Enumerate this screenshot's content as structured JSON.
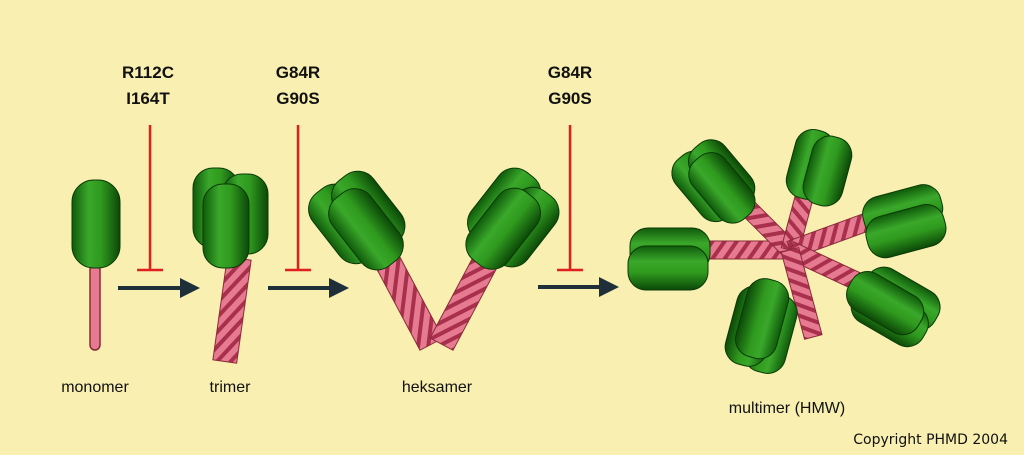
{
  "mutations": [
    {
      "lines": [
        "R112C",
        "I164T"
      ]
    },
    {
      "lines": [
        "G84R",
        "G90S"
      ]
    },
    {
      "lines": [
        "G84R",
        "G90S"
      ]
    }
  ],
  "stages": [
    "monomer",
    "trimer",
    "heksamer",
    "multimer (HMW)"
  ],
  "copyright": "Copyright PHMD 2004",
  "colors": {
    "background": "#f8efb0",
    "globule": "#2f9a1e",
    "stalk": "#e0708a",
    "inhibition": "#e02020",
    "arrow": "#1f2f3a"
  }
}
